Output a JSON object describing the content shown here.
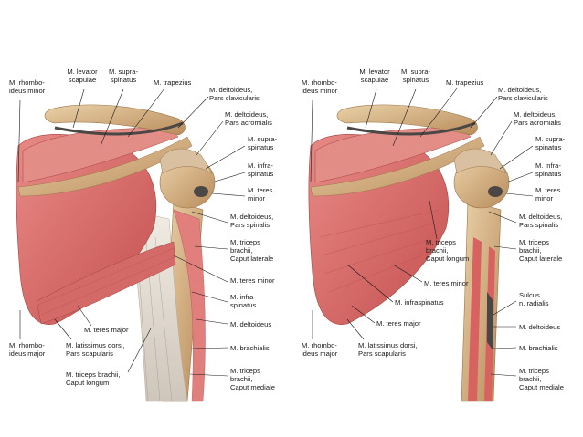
{
  "left_panel": {
    "labels": [
      {
        "id": "rhombo-minor",
        "lines": [
          "M. rhombo-",
          "ideus minor"
        ]
      },
      {
        "id": "levator",
        "lines": [
          "M. levator",
          "scapulae"
        ]
      },
      {
        "id": "supraspinatus-top",
        "lines": [
          "M. supra-",
          "spinatus"
        ]
      },
      {
        "id": "trapezius",
        "lines": [
          "M. trapezius"
        ]
      },
      {
        "id": "delt-clav",
        "lines": [
          "M. deltoideus,",
          "Pars clavicularis"
        ]
      },
      {
        "id": "delt-acrom",
        "lines": [
          "M. deltoideus,",
          "Pars acromialis"
        ]
      },
      {
        "id": "supraspinatus-right",
        "lines": [
          "M. supra-",
          "spinatus"
        ]
      },
      {
        "id": "infraspinatus-right",
        "lines": [
          "M. infra-",
          "spinatus"
        ]
      },
      {
        "id": "teres-minor-right",
        "lines": [
          "M. teres",
          "minor"
        ]
      },
      {
        "id": "delt-spin",
        "lines": [
          "M. deltoideus,",
          "Pars spinalis"
        ]
      },
      {
        "id": "triceps-lat",
        "lines": [
          "M. triceps",
          "brachii,",
          "Caput laterale"
        ]
      },
      {
        "id": "teres-minor-mid",
        "lines": [
          "M. teres minor"
        ]
      },
      {
        "id": "infraspinatus-mid",
        "lines": [
          "M. infra-",
          "spinatus"
        ]
      },
      {
        "id": "deltoideus",
        "lines": [
          "M. deltoideus"
        ]
      },
      {
        "id": "teres-major",
        "lines": [
          "M. teres major"
        ]
      },
      {
        "id": "rhombo-major",
        "lines": [
          "M. rhombo-",
          "ideus major"
        ]
      },
      {
        "id": "latissimus",
        "lines": [
          "M. latissimus dorsi,",
          "Pars scapularis"
        ]
      },
      {
        "id": "brachialis",
        "lines": [
          "M. brachialis"
        ]
      },
      {
        "id": "triceps-long",
        "lines": [
          "M. triceps brachii,",
          "Caput longum"
        ]
      },
      {
        "id": "triceps-med",
        "lines": [
          "M. triceps",
          "brachii,",
          "Caput mediale"
        ]
      }
    ]
  },
  "right_panel": {
    "labels": [
      {
        "id": "rhombo-minor",
        "lines": [
          "M. rhombo-",
          "ideus minor"
        ]
      },
      {
        "id": "levator",
        "lines": [
          "M. levator",
          "scapulae"
        ]
      },
      {
        "id": "supraspinatus-top",
        "lines": [
          "M. supra-",
          "spinatus"
        ]
      },
      {
        "id": "trapezius",
        "lines": [
          "M. trapezius"
        ]
      },
      {
        "id": "delt-clav",
        "lines": [
          "M. deltoideus,",
          "Pars clavicularis"
        ]
      },
      {
        "id": "delt-acrom",
        "lines": [
          "M. deltoideus,",
          "Pars acromialis"
        ]
      },
      {
        "id": "supraspinatus-right",
        "lines": [
          "M. supra-",
          "spinatus"
        ]
      },
      {
        "id": "infraspinatus-right",
        "lines": [
          "M. infra-",
          "spinatus"
        ]
      },
      {
        "id": "teres-minor-right",
        "lines": [
          "M. teres",
          "minor"
        ]
      },
      {
        "id": "delt-spin",
        "lines": [
          "M. deltoideus,",
          "Pars spinalis"
        ]
      },
      {
        "id": "triceps-long",
        "lines": [
          "M. triceps",
          "brachii,",
          "Caput longum"
        ]
      },
      {
        "id": "triceps-lat",
        "lines": [
          "M. triceps",
          "brachii,",
          "Caput laterale"
        ]
      },
      {
        "id": "teres-minor-mid",
        "lines": [
          "M. teres minor"
        ]
      },
      {
        "id": "sulcus",
        "lines": [
          "Sulcus",
          "n. radialis"
        ]
      },
      {
        "id": "infraspinatus-mid",
        "lines": [
          "M. infraspinatus"
        ]
      },
      {
        "id": "teres-major",
        "lines": [
          "M. teres major"
        ]
      },
      {
        "id": "deltoideus",
        "lines": [
          "M. deltoideus"
        ]
      },
      {
        "id": "rhombo-major",
        "lines": [
          "M. rhombo-",
          "ideus major"
        ]
      },
      {
        "id": "latissimus",
        "lines": [
          "M. latissimus dorsi,",
          "Pars scapularis"
        ]
      },
      {
        "id": "brachialis",
        "lines": [
          "M. brachialis"
        ]
      },
      {
        "id": "triceps-med",
        "lines": [
          "M. triceps",
          "brachii,",
          "Caput mediale"
        ]
      }
    ]
  }
}
